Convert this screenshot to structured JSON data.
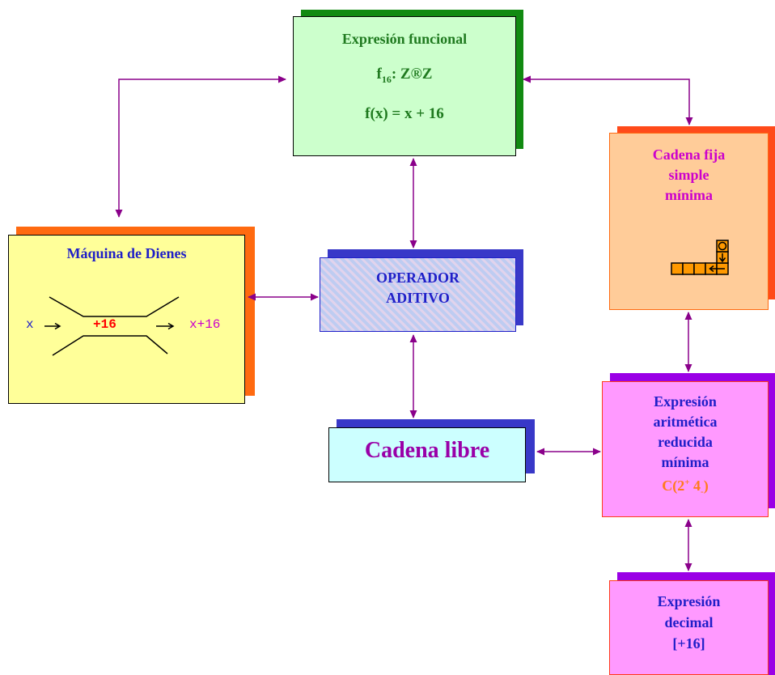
{
  "expresion_funcional": {
    "title": "Expresión funcional",
    "map_f": "f",
    "map_sub": "16",
    "map_rest": ": Z",
    "map_symbol": "®",
    "map_end": "Z",
    "formula": "f(x) = x + 16"
  },
  "cadena_fija": {
    "line1": "Cadena fija",
    "line2": "simple",
    "line3": "mínima"
  },
  "maquina": {
    "title": "Máquina de Dienes",
    "input": "x",
    "operation": "+16",
    "output": "x+16"
  },
  "operador": {
    "line1": "OPERADOR",
    "line2": "ADITIVO"
  },
  "cadena_libre": {
    "label": "Cadena libre"
  },
  "expresion_aritmetica": {
    "line1": "Expresión",
    "line2": "aritmética",
    "line3": "reducida",
    "line4": "mínima",
    "formula_c": "C(2",
    "formula_sup": "+",
    "formula_mid": " 4",
    "formula_sub": "-",
    "formula_end": ")"
  },
  "expresion_decimal": {
    "line1": "Expresión",
    "line2": "decimal",
    "line3": "[+16]"
  },
  "colors": {
    "arrow": "#8a008a",
    "green_text": "#1f7a1f",
    "blue_text": "#1f1fc8",
    "magenta_text": "#cc00cc",
    "orange_text": "#ff7a1a",
    "red_text": "#ff0000"
  }
}
